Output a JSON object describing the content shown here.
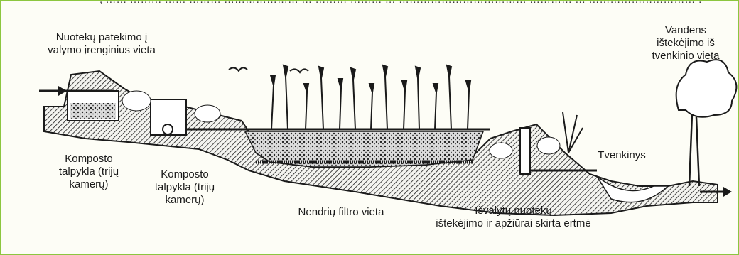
{
  "top_caption": ", …… ……… …… ……… ………………… … ……… ……… … ……………………………… ………… … ………………………… … ……",
  "labels": {
    "inflow": "Nuotekų patekimo į\nvalymo įrenginius vieta",
    "outflow": "Vandens\ništekėjimo iš\ntvenkinio vieta",
    "compost1": "Komposto\ntalpykla (trijų\nkamerų)",
    "compost2": "Komposto\ntalpykla (trijų\nkamerų)",
    "reed_filter": "Nendrių filtro vieta",
    "pond": "Tvenkinys",
    "inspection": "Išvalytų nuotekų\ništekėjimo ir apžiūrai skirta ertmė"
  },
  "colors": {
    "frame": "#8cc63f",
    "ink": "#1a1a1a",
    "fill": "#fdfdf6"
  }
}
